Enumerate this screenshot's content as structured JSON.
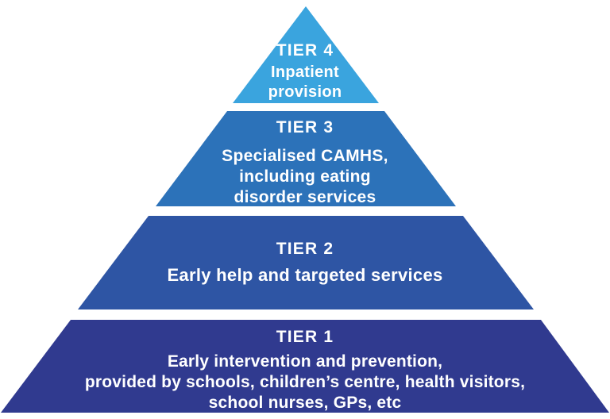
{
  "diagram": {
    "name": "Four-tier CAMHS pyramid",
    "background_color": "#ffffff",
    "text_color": "#ffffff",
    "tiers": [
      {
        "id": "tier-4",
        "label": "TIER 4",
        "description": "Inpatient\nprovision",
        "color": "#3AA4DE",
        "shape": "triangle"
      },
      {
        "id": "tier-3",
        "label": "TIER 3",
        "description": "Specialised CAMHS,\nincluding eating\ndisorder services",
        "color": "#2C72B9",
        "shape": "trapezoid"
      },
      {
        "id": "tier-2",
        "label": "TIER 2",
        "description": "Early help and targeted services",
        "color": "#2E55A4",
        "shape": "trapezoid"
      },
      {
        "id": "tier-1",
        "label": "TIER 1",
        "description": "Early intervention and prevention,\nprovided by schools, children’s centre, health visitors,\nschool nurses, GPs, etc",
        "color": "#303A8F",
        "shape": "trapezoid"
      }
    ]
  }
}
